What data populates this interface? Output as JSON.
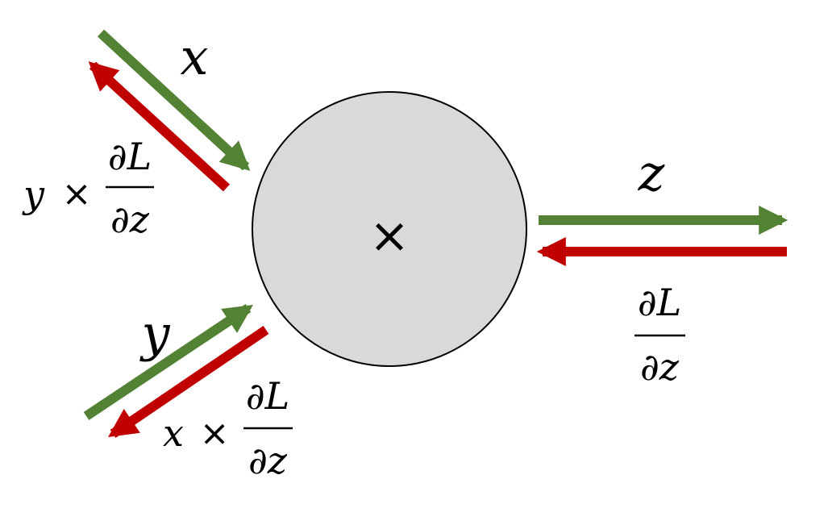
{
  "node": {
    "operator": "×",
    "fill": "#d9d9d9",
    "stroke": "#000000"
  },
  "colors": {
    "forward": "#548235",
    "backward": "#c00000"
  },
  "labels": {
    "x_input": "x",
    "y_input": "y",
    "z_output": "z",
    "grad_x": {
      "factor": "y",
      "times": "×",
      "numerator": "∂L",
      "denominator": "∂z"
    },
    "grad_y": {
      "factor": "x",
      "times": "×",
      "numerator": "∂L",
      "denominator": "∂z"
    },
    "grad_z": {
      "numerator": "∂L",
      "denominator": "∂z"
    }
  }
}
